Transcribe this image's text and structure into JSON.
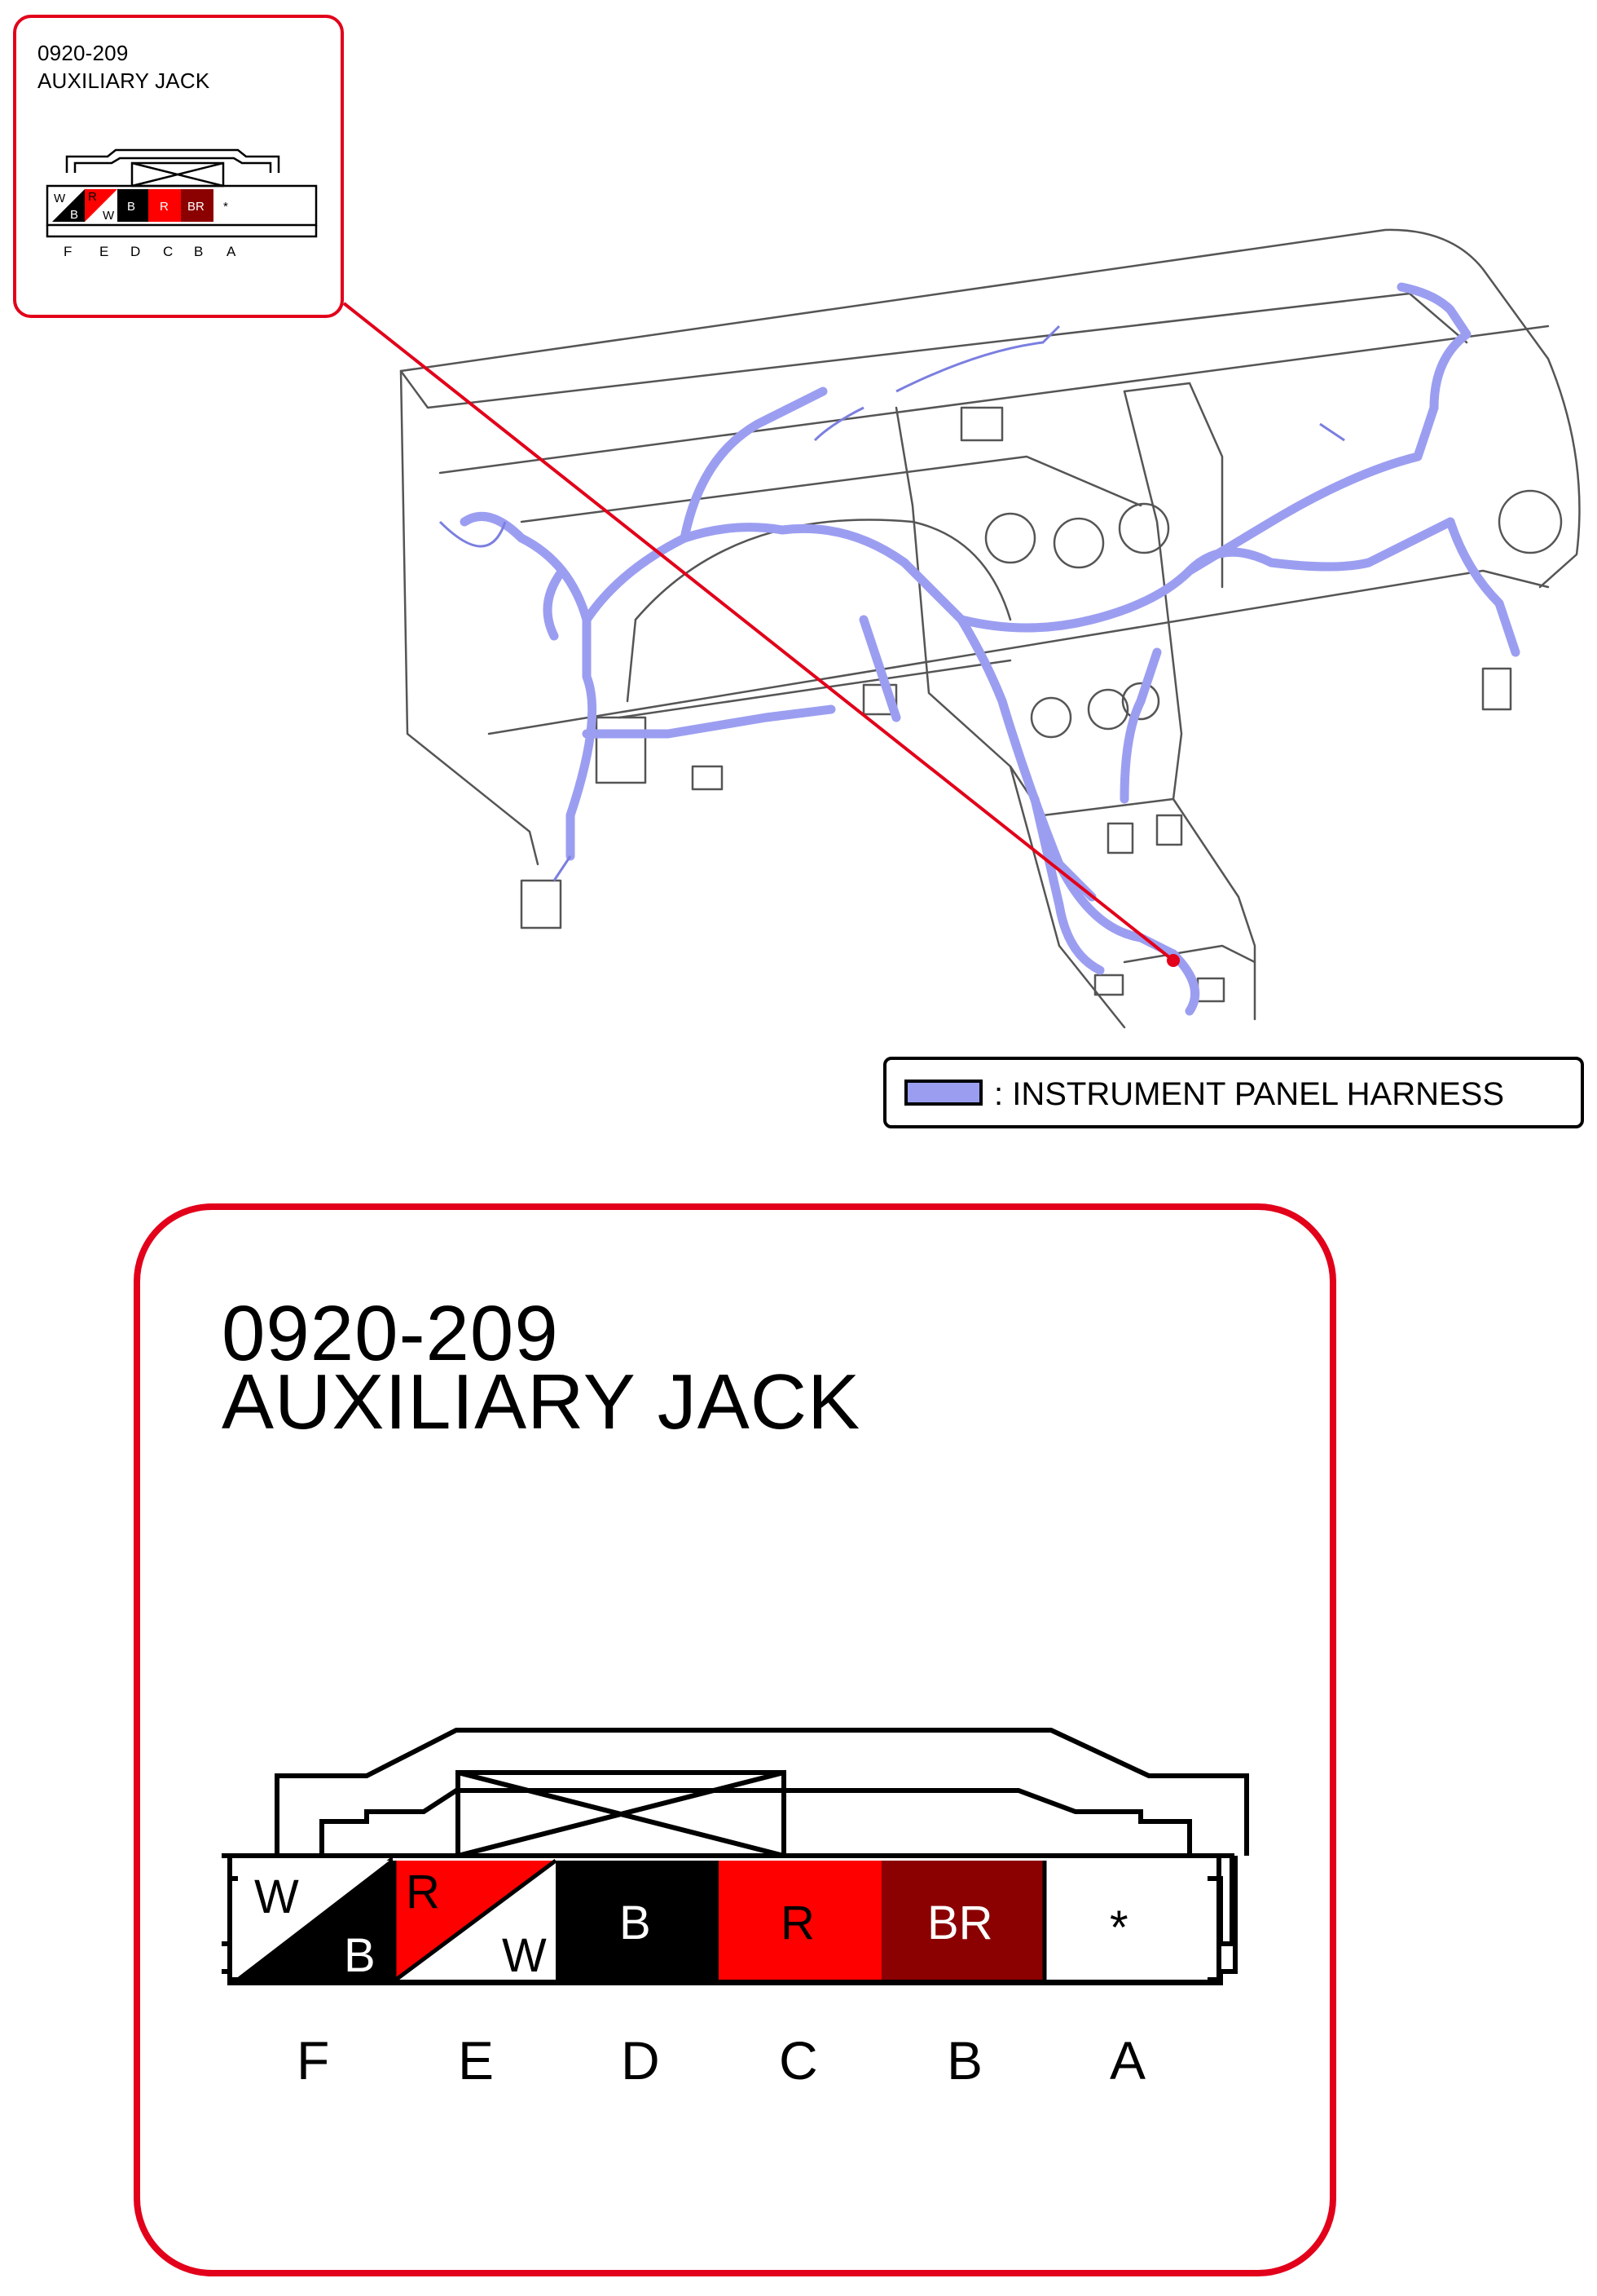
{
  "connector": {
    "id": "0920-209",
    "name": "AUXILIARY JACK"
  },
  "legend": {
    "text": ": INSTRUMENT PANEL HARNESS",
    "swatch_color": "#9b9ef0"
  },
  "pins": [
    {
      "pin": "F",
      "wire": [
        "W",
        "B"
      ],
      "colors": [
        "#ffffff",
        "#000000"
      ]
    },
    {
      "pin": "E",
      "wire": [
        "R",
        "W"
      ],
      "colors": [
        "#ff0000",
        "#ffffff"
      ]
    },
    {
      "pin": "D",
      "wire": [
        "B"
      ],
      "colors": [
        "#000000"
      ]
    },
    {
      "pin": "C",
      "wire": [
        "R"
      ],
      "colors": [
        "#ff0000"
      ]
    },
    {
      "pin": "B",
      "wire": [
        "BR"
      ],
      "colors": [
        "#8b0000"
      ]
    },
    {
      "pin": "A",
      "wire": [
        "*"
      ],
      "colors": [
        "#ffffff"
      ]
    }
  ],
  "colors": {
    "callout_border": "#e2001a",
    "harness": "#9b9ef0",
    "leader_line": "#e2001a"
  },
  "icons": [
    "instrument-panel-illustration",
    "harness-routing",
    "connector-face-icon",
    "leader-line"
  ]
}
